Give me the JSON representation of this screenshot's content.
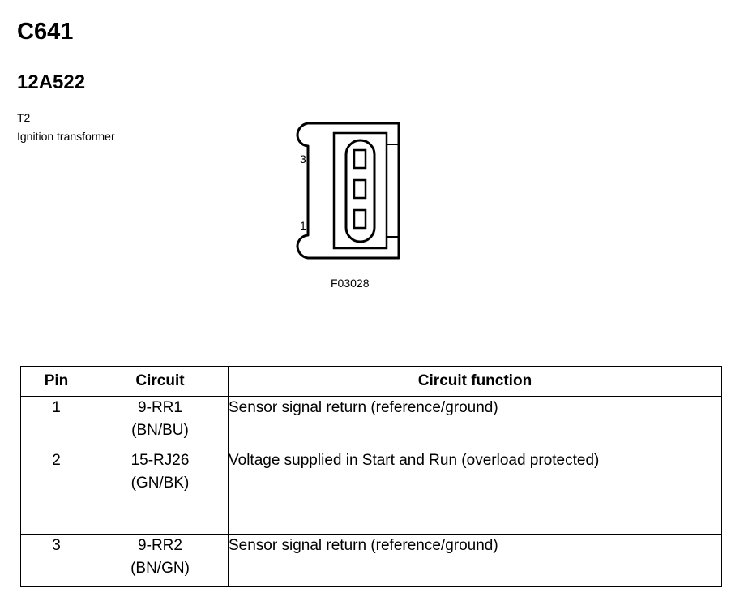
{
  "connector": {
    "id": "C641",
    "part_number": "12A522",
    "component_ref": "T2",
    "component_desc": "Ignition transformer",
    "figure_code": "F03028",
    "pin_labels": {
      "top": "3",
      "bottom": "1"
    }
  },
  "table": {
    "headers": {
      "pin": "Pin",
      "circuit": "Circuit",
      "function": "Circuit function"
    },
    "rows": [
      {
        "pin": "1",
        "circuit_id": "9-RR1",
        "circuit_color": "(BN/BU)",
        "function": "Sensor signal return (reference/ground)"
      },
      {
        "pin": "2",
        "circuit_id": "15-RJ26",
        "circuit_color": "(GN/BK)",
        "function": "Voltage supplied in Start and Run (overload protected)"
      },
      {
        "pin": "3",
        "circuit_id": "9-RR2",
        "circuit_color": "(BN/GN)",
        "function": "Sensor signal return (reference/ground)"
      }
    ]
  }
}
